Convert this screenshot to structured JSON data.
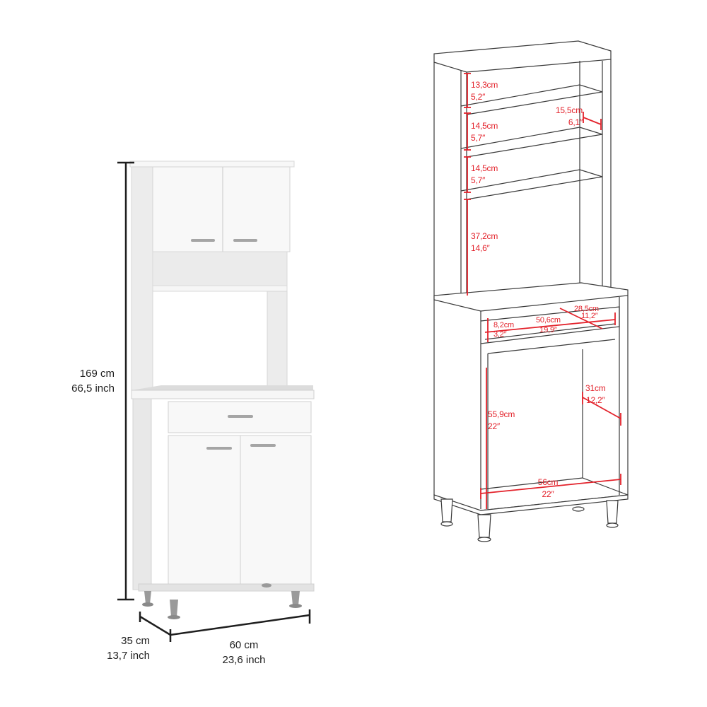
{
  "product_photo": {
    "overall_height": {
      "cm": "169 cm",
      "inch": "66,5 inch"
    },
    "depth": {
      "cm": "35 cm",
      "inch": "13,7 inch"
    },
    "width": {
      "cm": "60 cm",
      "inch": "23,6 inch"
    }
  },
  "line_drawing": {
    "shelf_1": {
      "cm": "13,3cm",
      "inch": "5,2″"
    },
    "shelf_2": {
      "cm": "14,5cm",
      "inch": "5,7″"
    },
    "shelf_3": {
      "cm": "14,5cm",
      "inch": "5,7″"
    },
    "shelf_depth": {
      "cm": "15,5cm",
      "inch": "6,1″"
    },
    "open_space": {
      "cm": "37,2cm",
      "inch": "14,6″"
    },
    "drawer_height": {
      "cm": "8,2cm",
      "inch": "3,2″"
    },
    "drawer_width": {
      "cm": "50,6cm",
      "inch": "19,9″"
    },
    "drawer_depth": {
      "cm": "28,5cm",
      "inch": "11,2″"
    },
    "cabinet_height": {
      "cm": "55,9cm",
      "inch": "22″"
    },
    "cabinet_depth": {
      "cm": "31cm",
      "inch": "12,2″"
    },
    "cabinet_width": {
      "cm": "56cm",
      "inch": "22″"
    }
  },
  "colors": {
    "dimension_red": "#e3222b",
    "dimension_black": "#1e1e1e",
    "cabinet_white": "#f4f4f4"
  }
}
